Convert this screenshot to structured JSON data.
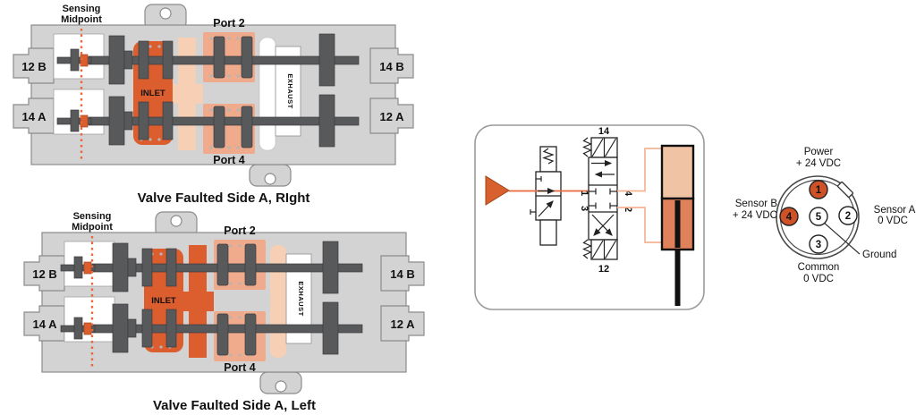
{
  "palette": {
    "inlet_orange": "#DC5E2E",
    "chamber_salmon": "#EFAB8B",
    "channel_peach": "#F7CFB4",
    "body_gray": "#D3D3D3",
    "spool_gray": "#58595B",
    "supply_line": "#E8673B",
    "output_line": "#F5B393",
    "cylinder_top": "#EFC3A4",
    "cylinder_bottom": "#DF815B",
    "pin_fill": "#CE5128"
  },
  "valve_right": {
    "sensing": [
      "Sensing",
      "Midpoint"
    ],
    "port2": "Port 2",
    "port4": "Port 4",
    "left_top": "12 B",
    "left_bottom": "14 A",
    "right_top": "14 B",
    "right_bottom": "12 A",
    "inlet": "INLET",
    "exhaust": "EXHAUST",
    "caption": "Valve Faulted Side A, RIght"
  },
  "valve_left": {
    "sensing": [
      "Sensing",
      "Midpoint"
    ],
    "port2": "Port 2",
    "port4": "Port 4",
    "left_top": "12 B",
    "left_bottom": "14 A",
    "right_top": "14 B",
    "right_bottom": "12 A",
    "inlet": "INLET",
    "exhaust": "EXHAUST",
    "caption": "Valve Faulted Side A, Left"
  },
  "schematic": {
    "pilot_top": "14",
    "pilot_bottom": "12",
    "ports": {
      "p1": "1",
      "p3": "3",
      "p4": "4",
      "p2": "2"
    }
  },
  "connector": {
    "pins": {
      "p1": "1",
      "p2": "2",
      "p3": "3",
      "p4": "4",
      "p5": "5"
    },
    "labels": {
      "top": [
        "Power",
        "+ 24 VDC"
      ],
      "right": [
        "Sensor A",
        "0 VDC"
      ],
      "left": [
        "Sensor B",
        "+ 24 VDC"
      ],
      "bottom": [
        "Common",
        "0 VDC"
      ],
      "ground": "Ground"
    }
  }
}
